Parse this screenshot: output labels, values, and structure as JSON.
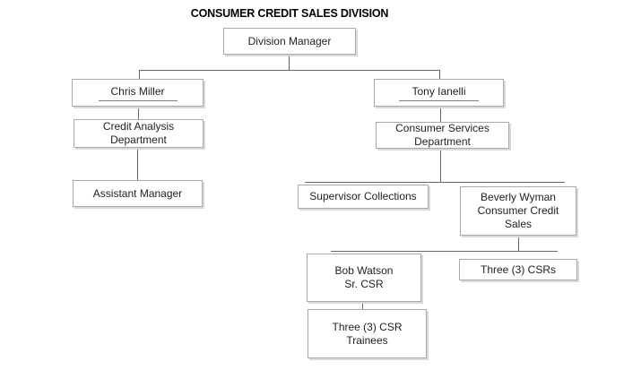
{
  "title": "CONSUMER CREDIT SALES DIVISION",
  "nodes": {
    "division_manager": {
      "label": "Division Manager"
    },
    "chris_miller": {
      "label": "Chris Miller",
      "underlined": true
    },
    "credit_analysis": {
      "label": "Credit Analysis\nDepartment"
    },
    "assistant_manager": {
      "label": "Assistant Manager"
    },
    "tony_ianelli": {
      "label": "Tony Ianelli",
      "underlined": true
    },
    "consumer_services": {
      "label": "Consumer Services\nDepartment"
    },
    "supervisor_collections": {
      "label": "Supervisor Collections"
    },
    "beverly_wyman": {
      "label": "Beverly Wyman\nConsumer Credit\nSales"
    },
    "bob_watson": {
      "label": "Bob Watson\nSr. CSR"
    },
    "three_csrs": {
      "label": "Three (3) CSRs"
    },
    "csr_trainees": {
      "label": "Three (3) CSR\nTrainees"
    }
  },
  "colors": {
    "background": "#ffffff",
    "box_border": "#a9a9a9",
    "box_shadow": "#d9d9d9",
    "connector": "#666666",
    "text": "#1f1f1f",
    "title_text": "#000000",
    "name_underline": "#7f7f7f"
  }
}
